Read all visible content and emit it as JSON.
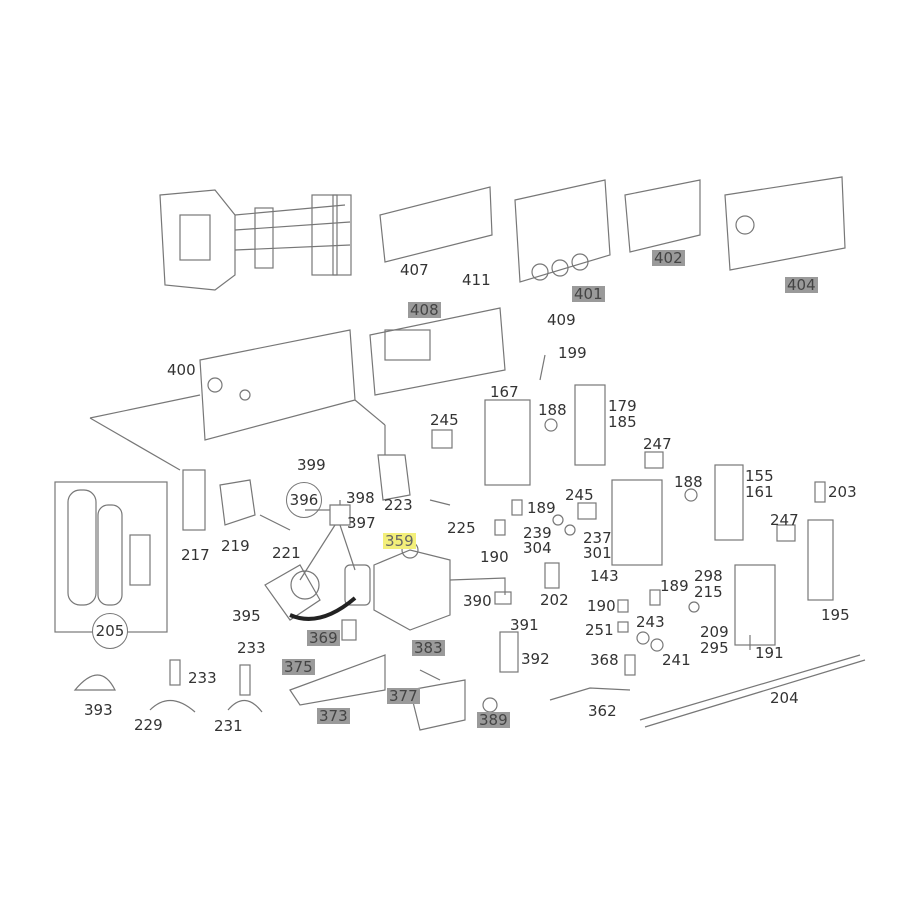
{
  "title": "Exploded parts diagram – electrical components",
  "colors": {
    "highlight_gray": "#9a9a9a",
    "highlight_yellow": "#f3ef7a",
    "line": "#777777"
  },
  "labels": [
    "407",
    "411",
    "408",
    "409",
    "401",
    "402",
    "404",
    "400",
    "199",
    "167",
    "188",
    "179",
    "185",
    "245",
    "247",
    "155",
    "161",
    "188",
    "203",
    "399",
    "396",
    "398",
    "223",
    "397",
    "217",
    "219",
    "221",
    "225",
    "189",
    "245",
    "239",
    "304",
    "237",
    "301",
    "247",
    "190",
    "359",
    "143",
    "202",
    "189",
    "298",
    "215",
    "195",
    "395",
    "390",
    "391",
    "190",
    "251",
    "243",
    "209",
    "295",
    "241",
    "191",
    "368",
    "392",
    "369",
    "233",
    "233",
    "383",
    "375",
    "204",
    "362",
    "393",
    "373",
    "377",
    "389",
    "229",
    "231",
    "205"
  ],
  "selected_part": "359"
}
